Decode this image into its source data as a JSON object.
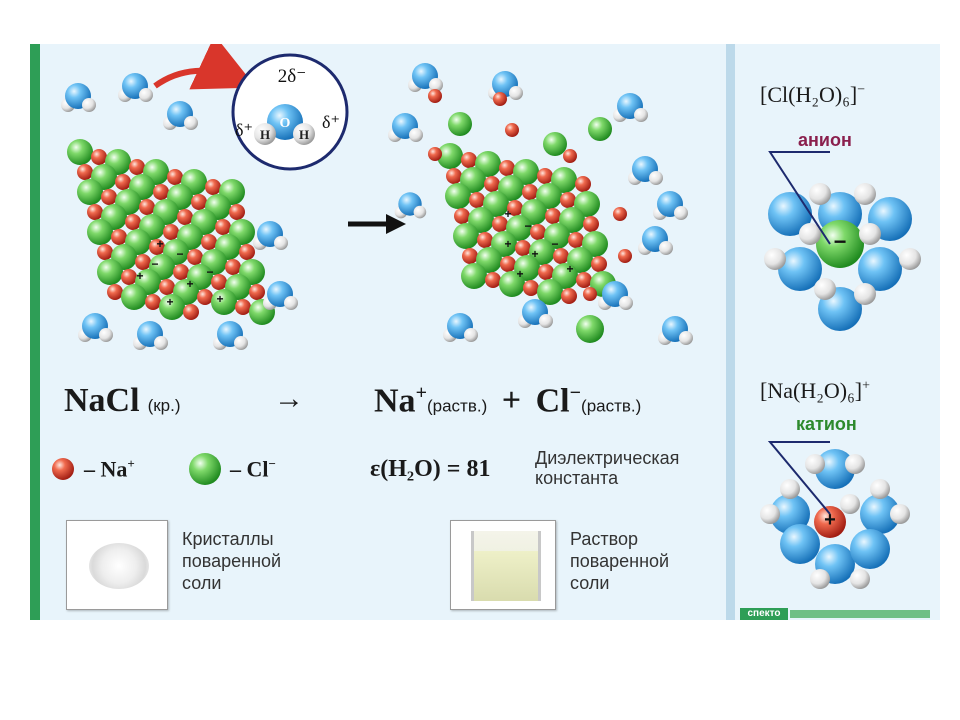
{
  "water_inset": {
    "charge_o": "2δ⁻",
    "o": "O",
    "h": "H",
    "charge_h": "δ⁺"
  },
  "equation": {
    "reactant": "NaCl",
    "reactant_state": "(кр.)",
    "arrow": "→",
    "na": "Na",
    "na_charge": "+",
    "plus": "+",
    "cl": "Cl",
    "cl_charge": "−",
    "state_solution": "(раств.)"
  },
  "legend": {
    "na_label": "Na",
    "na_sup": "+",
    "cl_label": "Cl",
    "cl_sup": "−",
    "dash": "–",
    "na_color": "#e8453c",
    "cl_color": "#4cbf3a"
  },
  "dielectric": {
    "formula": "ε(H₂O) = 81",
    "caption_line1": "Диэлектрическая",
    "caption_line2": "константа"
  },
  "photos": {
    "crystals_line1": "Кристаллы",
    "crystals_line2": "поваренной",
    "crystals_line3": "соли",
    "solution_line1": "Раствор",
    "solution_line2": "поваренной",
    "solution_line3": "соли"
  },
  "anion_complex": {
    "formula": "[Cl(H₂O)₆]",
    "charge": "−",
    "label": "анион",
    "center_sign": "−"
  },
  "cation_complex": {
    "formula": "[Na(H₂O)₆]",
    "charge": "+",
    "label": "катион",
    "center_sign": "+"
  },
  "publisher": "спекто",
  "colors": {
    "background": "#e8f4fb",
    "water_oxygen": "#3aa6e6",
    "water_hydrogen": "#f0f0f0",
    "na": "#e8453c",
    "cl": "#4cbf3a",
    "anion_label": "#8a1f4d",
    "cation_label": "#2d8a2d"
  }
}
